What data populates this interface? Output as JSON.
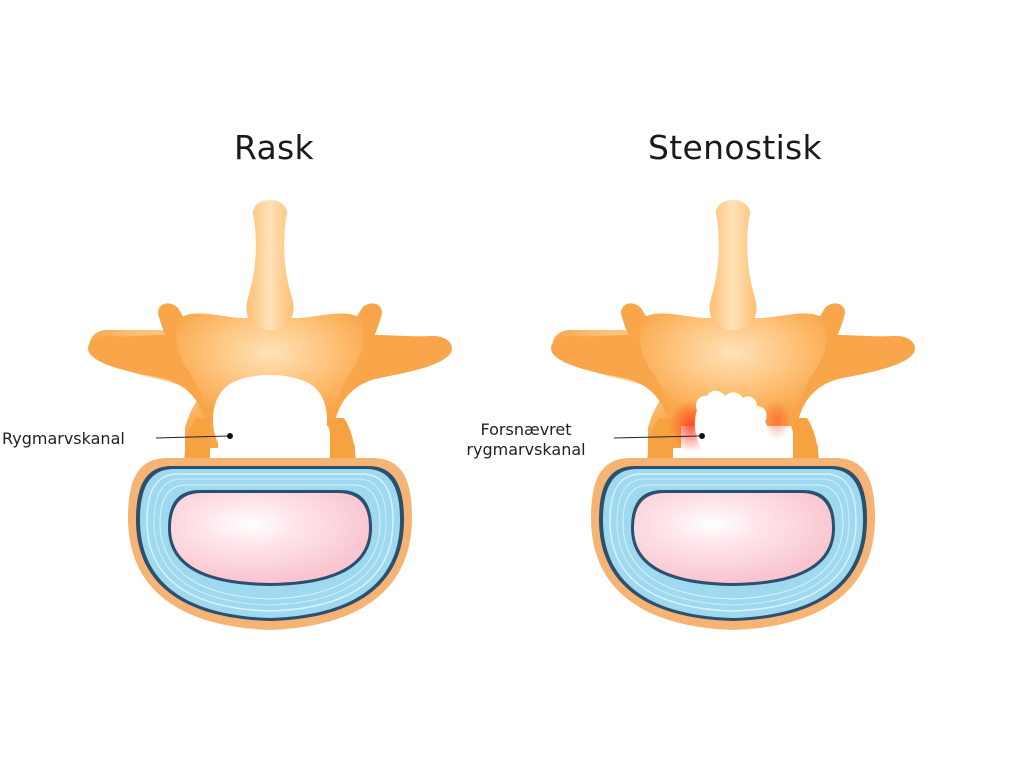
{
  "figure": {
    "panels": [
      {
        "title": "Rask",
        "callout": [
          "Rygmarvskanal"
        ]
      },
      {
        "title": "Stenostisk",
        "callout": [
          "Forsnævret",
          "rygmarvskanal"
        ]
      }
    ],
    "colors": {
      "bone": "#f9a54a",
      "bone_highlight": "#ffd9a4",
      "disc_outer": "#9fd9ef",
      "disc_inner": "#ffd3dc",
      "outline": "#2c4f6e",
      "stenosis": "#e23a1a"
    }
  }
}
